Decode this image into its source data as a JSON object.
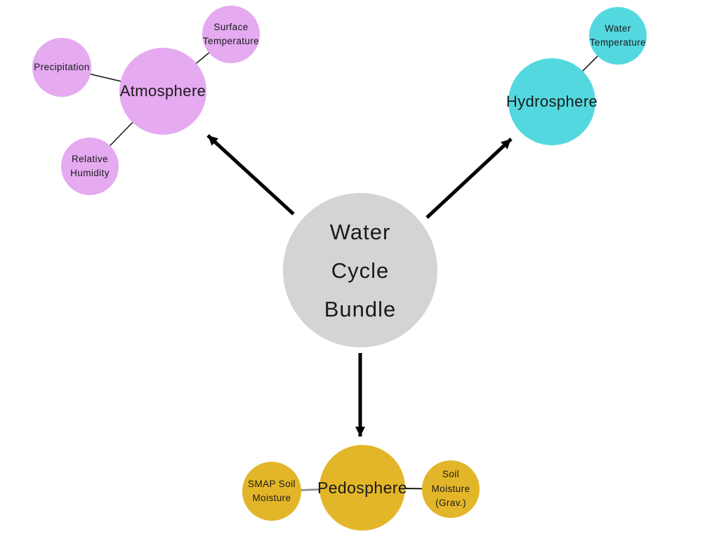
{
  "diagram_title": "Water Cycle Bundle",
  "colors": {
    "background": "#ffffff",
    "center_fill": "#d4d4d4",
    "atmosphere_fill": "#e5aaf0",
    "hydrosphere_fill": "#54d8e0",
    "pedosphere_fill": "#e3b629",
    "text": "#1a1a1a",
    "arrow": "#000000",
    "connector": "#1a1a1a",
    "connector_gray": "#8a8a8a"
  },
  "nodes": {
    "center": {
      "line1": "Water",
      "line2": "Cycle",
      "line3": "Bundle"
    },
    "atmosphere": {
      "label": "Atmosphere"
    },
    "precipitation": {
      "label": "Precipitation"
    },
    "surface_temperature": {
      "line1": "Surface",
      "line2": "Temperature"
    },
    "relative_humidity": {
      "line1": "Relative",
      "line2": "Humidity"
    },
    "hydrosphere": {
      "label": "Hydrosphere"
    },
    "water_temperature": {
      "line1": "Water",
      "line2": "Temperature"
    },
    "pedosphere": {
      "label": "Pedosphere"
    },
    "smap_soil_moisture": {
      "line1": "SMAP Soil",
      "line2": "Moisture"
    },
    "soil_moisture_grav": {
      "line1": "Soil",
      "line2": "Moisture",
      "line3": "(Grav.)"
    }
  }
}
